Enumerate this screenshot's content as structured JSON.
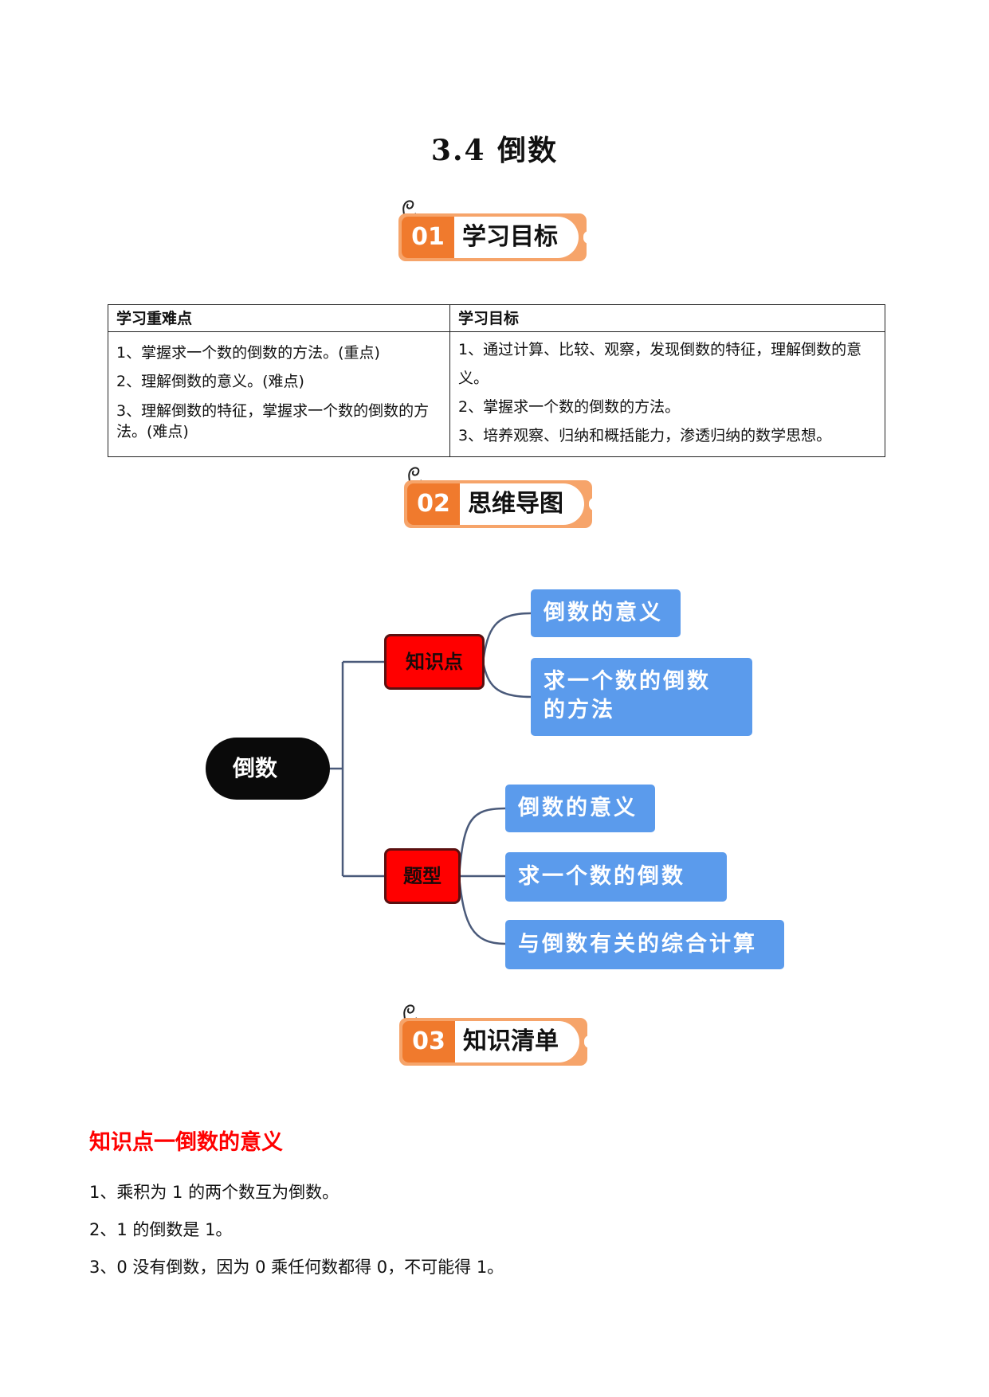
{
  "title": "3.4  倒数",
  "sections": [
    {
      "num": "01",
      "label": "学习目标"
    },
    {
      "num": "02",
      "label": "思维导图"
    },
    {
      "num": "03",
      "label": "知识清单"
    }
  ],
  "table": {
    "headers": [
      "学习重难点",
      "学习目标"
    ],
    "left": [
      "1、掌握求一个数的倒数的方法。(重点)",
      "2、理解倒数的意义。(难点)",
      "3、理解倒数的特征，掌握求一个数的倒数的方法。(难点)"
    ],
    "right": [
      "1、通过计算、比较、观察，发现倒数的特征，理解倒数的意义。",
      "2、掌握求一个数的倒数的方法。",
      "3、培养观察、归纳和概括能力，渗透归纳的数学思想。"
    ]
  },
  "mindmap": {
    "root": "倒数",
    "branches": [
      {
        "label": "知识点",
        "children": [
          "倒数的意义",
          "求一个数的倒数的方法"
        ]
      },
      {
        "label": "题型",
        "children": [
          "倒数的意义",
          "求一个数的倒数",
          "与倒数有关的综合计算"
        ]
      }
    ],
    "colors": {
      "root": "#0a0a0a",
      "branch": "#ff0000",
      "leaf": "#5b9bec",
      "connector": "#4a5a7a"
    }
  },
  "knowledge": {
    "heading": "知识点一倒数的意义",
    "items": [
      "1、乘积为 1 的两个数互为倒数。",
      "2、1 的倒数是 1。",
      "3、0 没有倒数，因为 0 乘任何数都得 0，不可能得 1。"
    ]
  },
  "colors": {
    "badge_frame": "#f6a46a",
    "badge_num": "#f07a2d",
    "heading_red": "#ff0000"
  }
}
